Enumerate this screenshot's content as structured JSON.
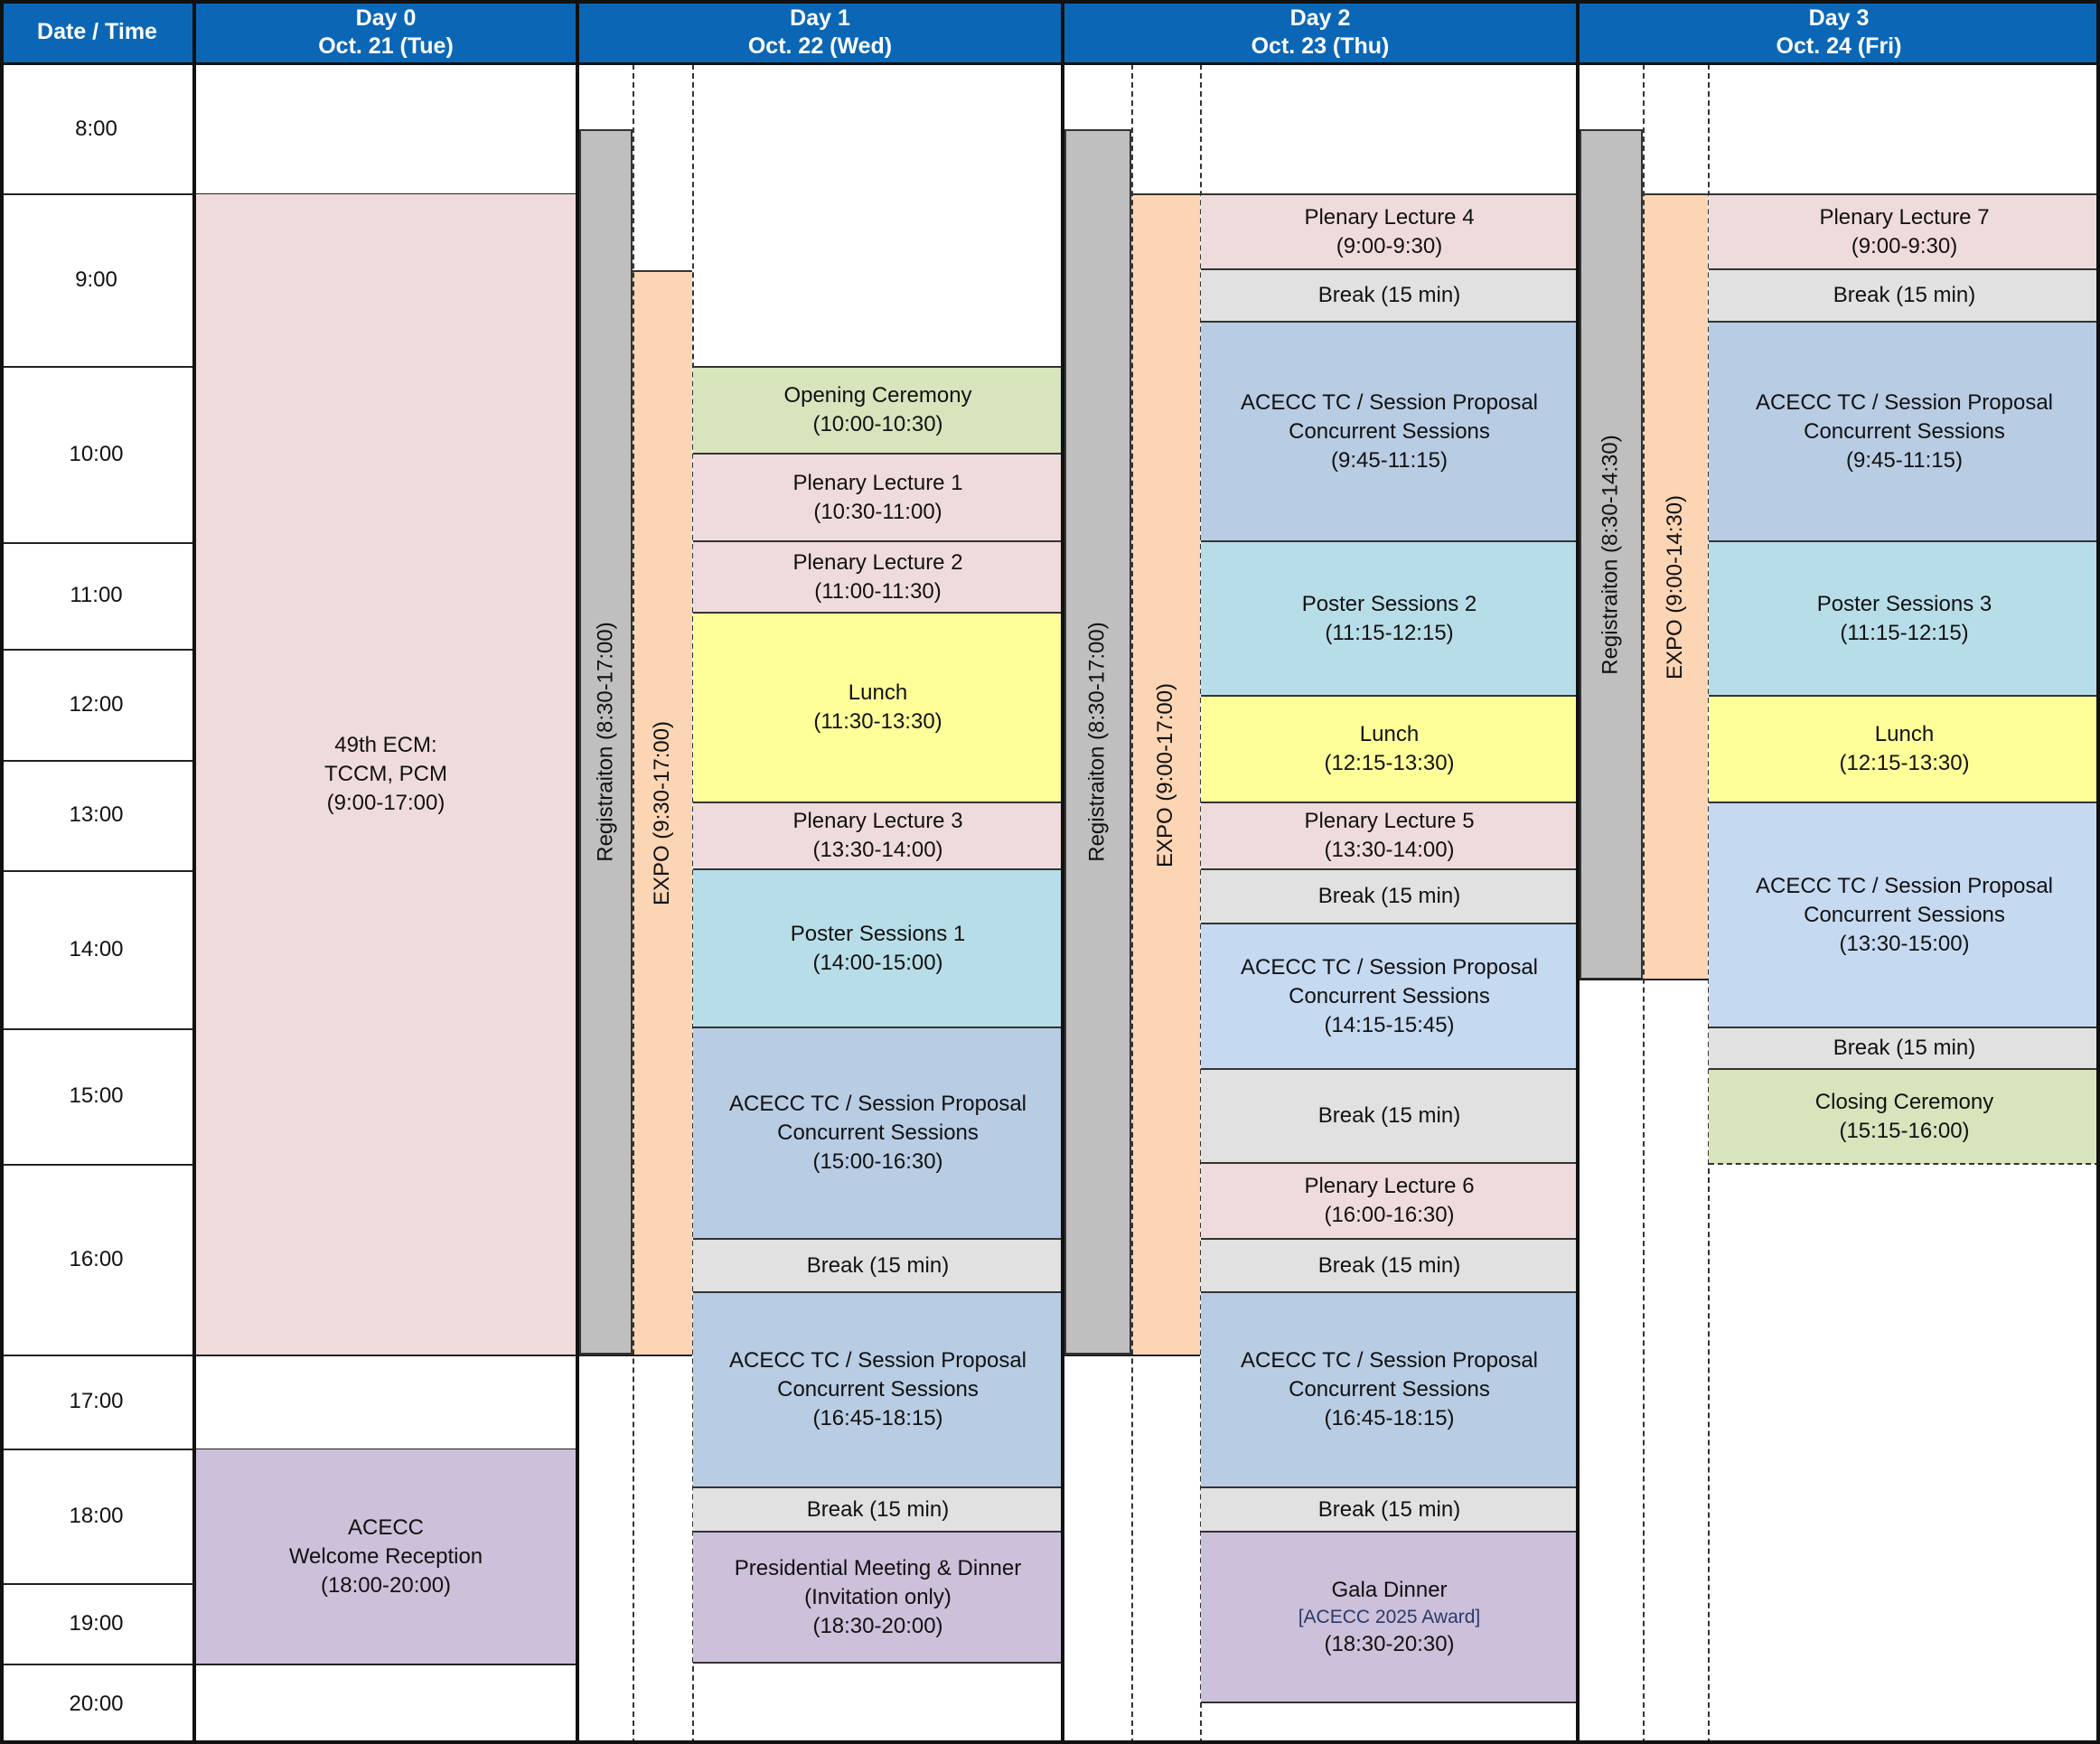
{
  "colors": {
    "header": "#0b67b6",
    "plenary": "#f0dbdc",
    "break": "#e1e1e1",
    "concurrent": "#b8cce4",
    "concurrent_light": "#c5d9f1",
    "poster": "#b7dde8",
    "lunch": "#ffff99",
    "ceremony": "#d7e4bc",
    "evening": "#ccc0da",
    "registration": "#bfbfbf",
    "expo": "#fcd5b4"
  },
  "header": {
    "time_col": "Date / Time",
    "days": [
      {
        "day": "Day 0",
        "date": "Oct. 21 (Tue)"
      },
      {
        "day": "Day 1",
        "date": "Oct. 22 (Wed)"
      },
      {
        "day": "Day 2",
        "date": "Oct. 23 (Thu)"
      },
      {
        "day": "Day 3",
        "date": "Oct. 24 (Fri)"
      }
    ]
  },
  "times": [
    "8:00",
    "9:00",
    "10:00",
    "11:00",
    "12:00",
    "13:00",
    "14:00",
    "15:00",
    "16:00",
    "17:00",
    "18:00",
    "19:00",
    "20:00"
  ],
  "day0": {
    "ecm": {
      "l1": "49th ECM:",
      "l2": "TCCM, PCM",
      "l3": "(9:00-17:00)"
    },
    "reception": {
      "l1": "ACECC",
      "l2": "Welcome Reception",
      "l3": "(18:00-20:00)"
    }
  },
  "day1": {
    "registration": "Registraiton (8:30-17:00)",
    "expo": "EXPO (9:30-17:00)",
    "opening": {
      "l1": "Opening Ceremony",
      "l2": "(10:00-10:30)"
    },
    "pl1": {
      "l1": "Plenary Lecture 1",
      "l2": "(10:30-11:00)"
    },
    "pl2": {
      "l1": "Plenary Lecture 2",
      "l2": "(11:00-11:30)"
    },
    "lunch": {
      "l1": "Lunch",
      "l2": "(11:30-13:30)"
    },
    "pl3": {
      "l1": "Plenary Lecture 3",
      "l2": "(13:30-14:00)"
    },
    "poster1": {
      "l1": "Poster Sessions 1",
      "l2": "(14:00-15:00)"
    },
    "cs1": {
      "l1": "ACECC TC / Session Proposal",
      "l2": "Concurrent Sessions",
      "l3": "(15:00-16:30)"
    },
    "break1": "Break (15 min)",
    "cs2": {
      "l1": "ACECC TC / Session Proposal",
      "l2": "Concurrent Sessions",
      "l3": "(16:45-18:15)"
    },
    "break2": "Break (15 min)",
    "dinner": {
      "l1": "Presidential Meeting & Dinner",
      "l2": "(Invitation only)",
      "l3": "(18:30-20:00)"
    }
  },
  "day2": {
    "registration": "Registraiton (8:30-17:00)",
    "expo": "EXPO (9:00-17:00)",
    "pl4": {
      "l1": "Plenary Lecture 4",
      "l2": "(9:00-9:30)"
    },
    "break1": "Break (15 min)",
    "cs1": {
      "l1": "ACECC TC / Session Proposal",
      "l2": "Concurrent Sessions",
      "l3": "(9:45-11:15)"
    },
    "poster2": {
      "l1": "Poster Sessions 2",
      "l2": "(11:15-12:15)"
    },
    "lunch": {
      "l1": "Lunch",
      "l2": "(12:15-13:30)"
    },
    "pl5": {
      "l1": "Plenary Lecture 5",
      "l2": "(13:30-14:00)"
    },
    "break2": "Break (15 min)",
    "cs2": {
      "l1": "ACECC TC / Session Proposal",
      "l2": "Concurrent Sessions",
      "l3": "(14:15-15:45)"
    },
    "break3": "Break (15 min)",
    "pl6": {
      "l1": "Plenary Lecture 6",
      "l2": "(16:00-16:30)"
    },
    "break4": "Break (15 min)",
    "cs3": {
      "l1": "ACECC TC / Session Proposal",
      "l2": "Concurrent Sessions",
      "l3": "(16:45-18:15)"
    },
    "break5": "Break (15 min)",
    "gala": {
      "l1": "Gala Dinner",
      "l2": "[ACECC 2025 Award]",
      "l3": "(18:30-20:30)"
    }
  },
  "day3": {
    "registration": "Registraiton (8:30-14:30)",
    "expo": "EXPO (9:00-14:30)",
    "pl7": {
      "l1": "Plenary Lecture 7",
      "l2": "(9:00-9:30)"
    },
    "break1": "Break (15 min)",
    "cs1": {
      "l1": "ACECC TC / Session Proposal",
      "l2": "Concurrent Sessions",
      "l3": "(9:45-11:15)"
    },
    "poster3": {
      "l1": "Poster Sessions 3",
      "l2": "(11:15-12:15)"
    },
    "lunch": {
      "l1": "Lunch",
      "l2": "(12:15-13:30)"
    },
    "cs2": {
      "l1": "ACECC TC / Session Proposal",
      "l2": "Concurrent Sessions",
      "l3": "(13:30-15:00)"
    },
    "break2": "Break (15 min)",
    "closing": {
      "l1": "Closing Ceremony",
      "l2": "(15:15-16:00)"
    }
  }
}
